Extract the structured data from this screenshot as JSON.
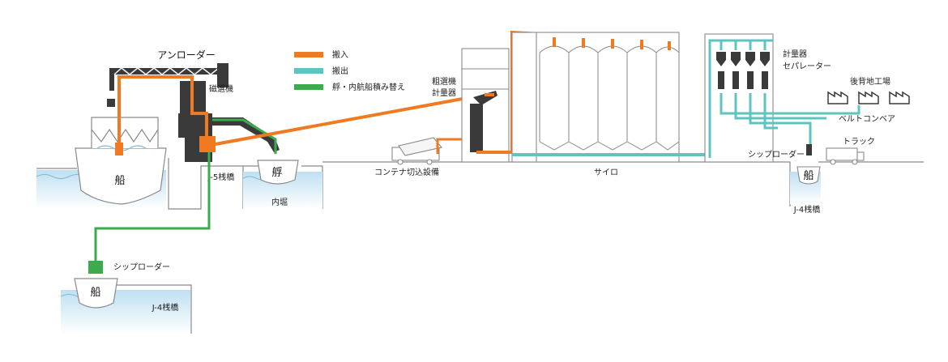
{
  "legend": [
    {
      "label": "搬入",
      "color": "#f07a22"
    },
    {
      "label": "搬出",
      "color": "#5fc4bf"
    },
    {
      "label": "艀・内航船積み替え",
      "color": "#3bab4c"
    }
  ],
  "labels": {
    "unloader": "アンローダー",
    "magnet": "磁選機",
    "ship_main": "船",
    "pier_j5": "J-5桟橋",
    "barge": "艀",
    "inner_moat": "内堀",
    "ship_loader_left": "シップローダー",
    "ship_left": "船",
    "pier_j4_left": "J-4桟橋",
    "rough_sorter_1": "粗選機",
    "rough_sorter_2": "計量器",
    "container": "コンテナ切込設備",
    "silo": "サイロ",
    "scale_1": "計量器",
    "scale_2": "セパレーター",
    "factory": "後背地工場",
    "conveyor": "ベルトコンベア",
    "truck": "トラック",
    "ship_loader_right": "シップローダー",
    "ship_right": "船",
    "pier_j4_right": "J-4桟橋"
  },
  "colors": {
    "import": "#f07a22",
    "export": "#5fc4bf",
    "transfer": "#3bab4c",
    "machine": "#333333",
    "water": "#cfe6f5",
    "outline": "#888888"
  }
}
